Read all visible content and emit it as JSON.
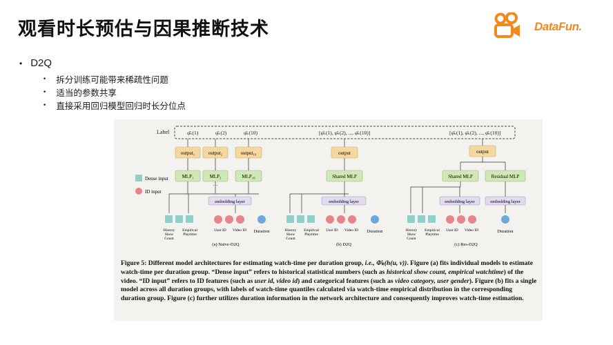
{
  "slide": {
    "title": "观看时长预估与因果推断技术",
    "bullet": "D2Q",
    "sub_bullets": [
      "拆分训练可能带来稀疏性问题",
      "适当的参数共享",
      "直接采用回归模型回归时长分位点"
    ]
  },
  "logos": {
    "kuaishou_icon": "kuaishou-logo-icon",
    "datafun_text": "DataFun."
  },
  "colors": {
    "accent_orange": "#f08a1c",
    "output_box": "#f5d7a0",
    "mlp_box": "#cfe8b5",
    "embedding_box": "#e2daf0",
    "dense_feature": "#8fd1c8",
    "id_feature": "#e8838a",
    "duration_feature": "#6aa8dd"
  },
  "figure": {
    "label_text": "Label",
    "labels_a": [
      "φ̂ₖ(1)",
      "φ̂ₖ(2)",
      "φ̂ₖ(10)"
    ],
    "label_b": "[φ̂ₖ(1), φ̂ₖ(2), ..., φ̂ₖ(10)]",
    "label_c": "[φ̂ₖ(1), φ̂ₖ(2), ..., φ̂ₖ(10)]",
    "outputs_a": [
      "output₁",
      "output₂",
      "output₁₀"
    ],
    "output": "output",
    "mlps_a": [
      "MLP₁",
      "MLP₂",
      "MLP₁₀"
    ],
    "shared_mlp": "Shared MLP",
    "residual_mlp": "Residual MLP",
    "embedding_layer": "embedding layer",
    "legend_dense": "Dense input",
    "legend_id": "ID input",
    "history_show": "History",
    "show": "Show",
    "count": "Count",
    "empirical": "Empirical",
    "playtime": "Playtime",
    "user_id": "User ID",
    "video_id": "Video ID",
    "duration": "Duration",
    "sub_a": "(a) Naive-D2Q",
    "sub_b": "(b) D2Q",
    "sub_c": "(c) Res-D2Q",
    "ellipsis": "…"
  },
  "caption": {
    "p1": "Figure 5: Different model architectures for estimating watch-time per duration group, ",
    "p1_ie": "i.e.,",
    "p1_math": " Φ̂ₖ(h(u, v))",
    "p2": ". Figure (a) fits individual models to estimate watch-time per duration group. “Dense input” refers to historical statistical numbers (such as ",
    "p2_it": "historical show count, empirical watchtime",
    "p3": ") of the video. “ID input” refers to ID features (such as ",
    "p3_it": "user id, video id",
    "p4": ") and categorical features (such as ",
    "p4_it": "video category, user gender",
    "p5": "). Figure (b) fits a single model across all duration groups, with labels of watch-time quantiles calculated via watch-time empirical distribution in the corresponding duration group. Figure (c) further utilizes duration information in the network architecture and consequently improves watch-time estimation."
  }
}
